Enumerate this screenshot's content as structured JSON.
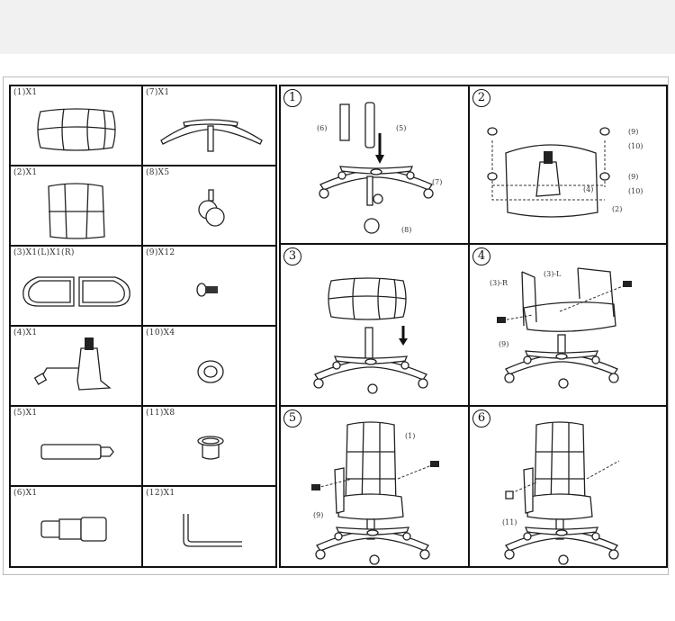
{
  "parts": [
    {
      "label": "(1)X1",
      "icon": "seat-cushion-icon"
    },
    {
      "label": "(7)X1",
      "icon": "star-base-icon"
    },
    {
      "label": "(2)X1",
      "icon": "backrest-icon"
    },
    {
      "label": "(8)X5",
      "icon": "caster-icon"
    },
    {
      "label": "(3)X1(L)X1(R)",
      "icon": "armrests-icon"
    },
    {
      "label": "(9)X12",
      "icon": "bolt-icon"
    },
    {
      "label": "(4)X1",
      "icon": "tilt-mechanism-icon"
    },
    {
      "label": "(10)X4",
      "icon": "washer-icon"
    },
    {
      "label": "(5)X1",
      "icon": "gas-lift-icon"
    },
    {
      "label": "(11)X8",
      "icon": "bushing-icon"
    },
    {
      "label": "(6)X1",
      "icon": "lift-cover-icon"
    },
    {
      "label": "(12)X1",
      "icon": "allen-key-icon"
    }
  ],
  "steps": [
    {
      "number": "1",
      "callouts": [
        "(6)",
        "(5)",
        "(7)",
        "(8)"
      ]
    },
    {
      "number": "2",
      "callouts": [
        "(9)",
        "(10)",
        "(9)",
        "(10)",
        "(4)",
        "(2)"
      ]
    },
    {
      "number": "3",
      "callouts": []
    },
    {
      "number": "4",
      "callouts": [
        "(3)-R",
        "(3)-L",
        "(9)"
      ]
    },
    {
      "number": "5",
      "callouts": [
        "(1)",
        "(9)"
      ]
    },
    {
      "number": "6",
      "callouts": [
        "(11)"
      ]
    }
  ]
}
